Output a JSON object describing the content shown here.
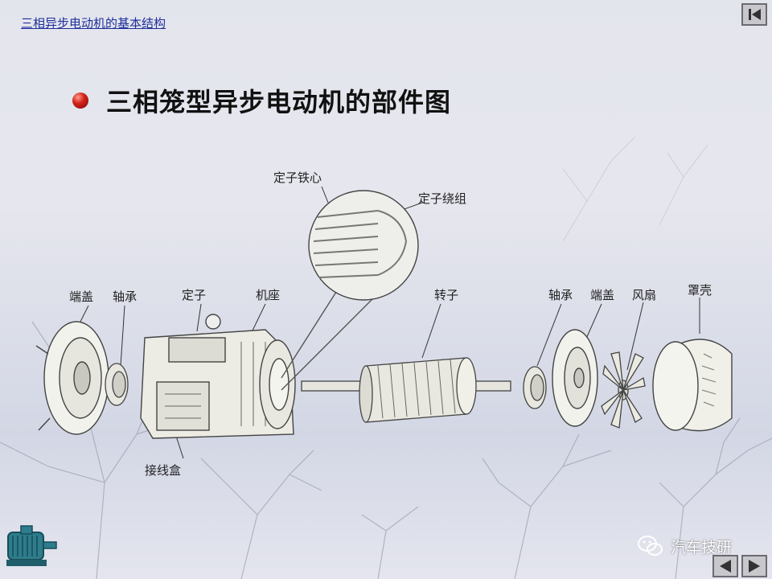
{
  "header": {
    "breadcrumb": "三相异步电动机的基本结构"
  },
  "title": "三相笼型异步电动机的部件图",
  "labels": {
    "end_cover_left": "端盖",
    "bearing_left": "轴承",
    "stator": "定子",
    "frame": "机座",
    "stator_core": "定子铁心",
    "stator_winding": "定子绕组",
    "rotor": "转子",
    "bearing_right": "轴承",
    "end_cover_right": "端盖",
    "fan": "风扇",
    "fan_cover": "罩壳",
    "terminal_box": "接线盒"
  },
  "watermark": "汽车技研",
  "icons": [
    "first-slide-icon",
    "prev-slide-icon",
    "next-slide-icon",
    "motor-logo-icon",
    "wechat-icon"
  ]
}
